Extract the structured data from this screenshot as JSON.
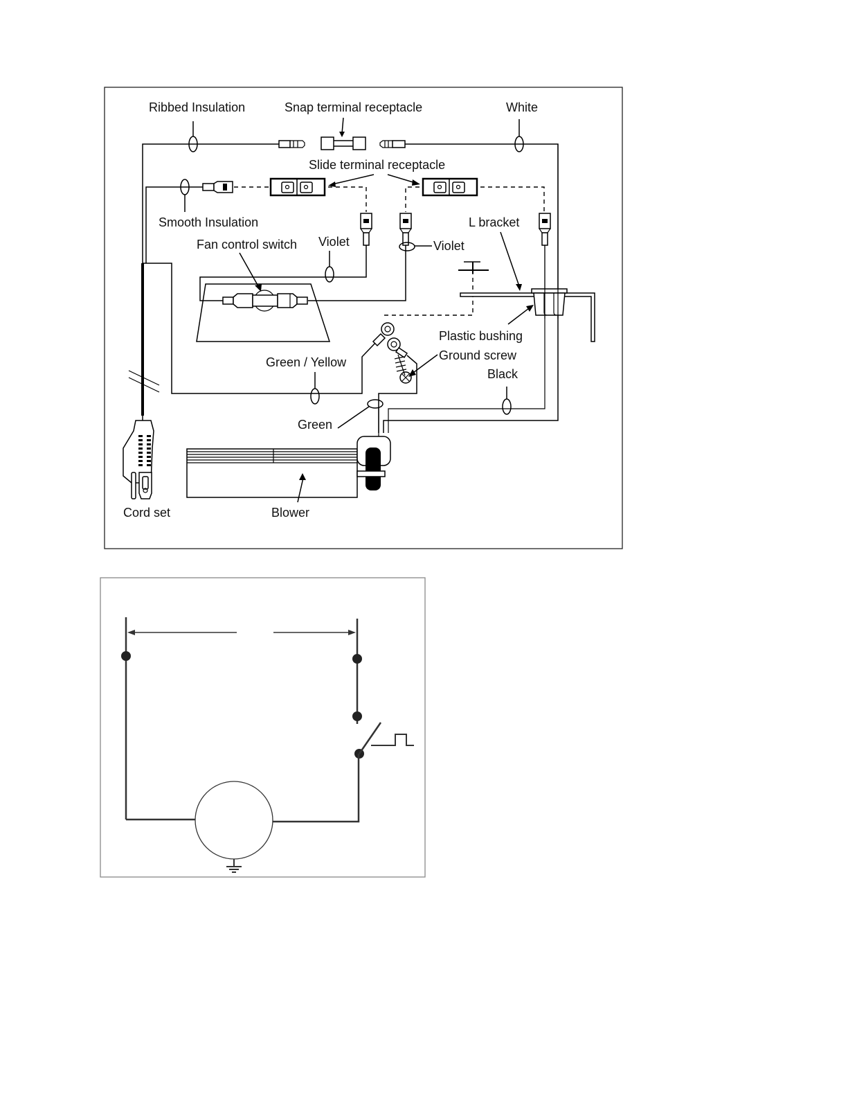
{
  "wiring_diagram": {
    "labels": {
      "ribbed_insulation": "Ribbed Insulation",
      "snap_terminal_receptacle": "Snap terminal receptacle",
      "white": "White",
      "slide_terminal_receptacle": "Slide terminal receptacle",
      "smooth_insulation": "Smooth Insulation",
      "l_bracket": "L bracket",
      "fan_control_switch": "Fan control switch",
      "violet_left": "Violet",
      "violet_right": "Violet",
      "plastic_bushing": "Plastic bushing",
      "ground_screw": "Ground screw",
      "green_yellow": "Green / Yellow",
      "black": "Black",
      "green": "Green",
      "cord_set": "Cord set",
      "blower": "Blower"
    }
  },
  "schematic": {
    "components": [
      "terminal-left",
      "terminal-right",
      "fan-control-switch",
      "blower-motor",
      "ground"
    ]
  },
  "colors": {
    "line": "#000000",
    "schematic_line": "#333333",
    "background": "#ffffff"
  }
}
